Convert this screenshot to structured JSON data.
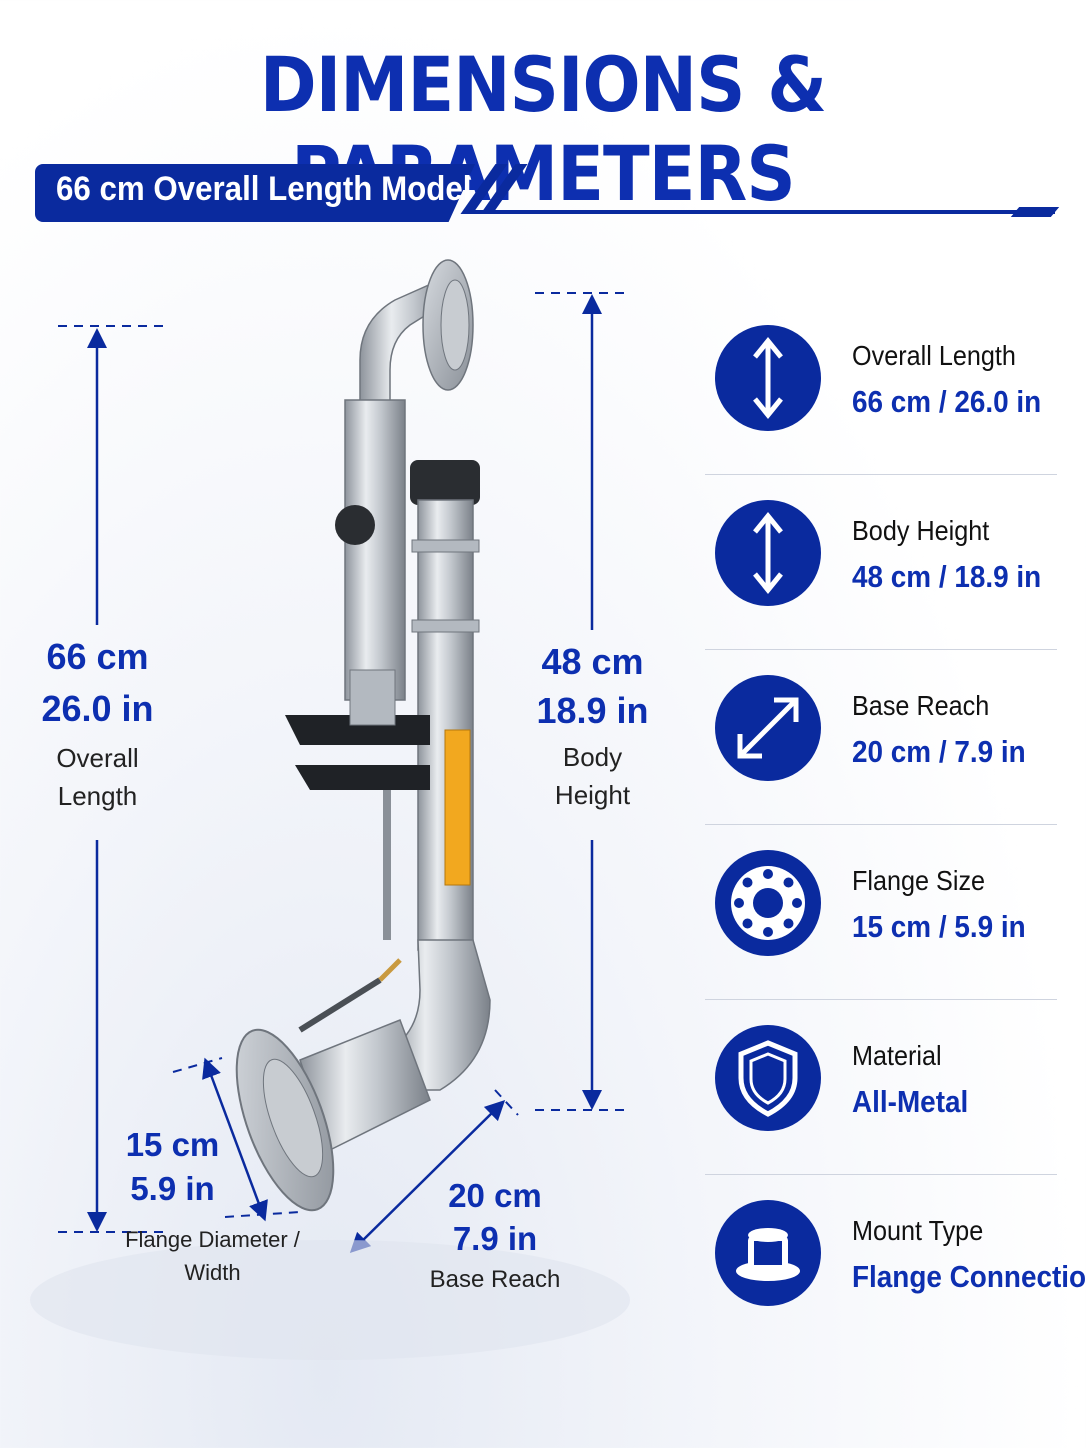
{
  "title": "DIMENSIONS & PARAMETERS",
  "subtitle": "66 cm Overall Length Model",
  "dimensions": {
    "overall": {
      "metric": "66 cm",
      "imperial": "26.0 in",
      "line1": "Overall",
      "line2": "Length"
    },
    "body": {
      "metric": "48 cm",
      "imperial": "18.9 in",
      "line1": "Body",
      "line2": "Height"
    },
    "flange": {
      "metric": "15 cm",
      "imperial": "5.9 in",
      "line1": "Flange Diameter /",
      "line2": "Width"
    },
    "reach": {
      "metric": "20 cm",
      "imperial": "7.9 in",
      "line1": "Base Reach"
    }
  },
  "specs": [
    {
      "label": "Overall Length",
      "value": "66 cm / 26.0 in",
      "icon": "vertical-arrow-icon"
    },
    {
      "label": "Body Height",
      "value": "48 cm / 18.9 in",
      "icon": "vertical-arrow-icon"
    },
    {
      "label": "Base Reach",
      "value": "20 cm / 7.9 in",
      "icon": "diagonal-arrow-icon"
    },
    {
      "label": "Flange Size",
      "value": "15 cm / 5.9 in",
      "icon": "flange-icon"
    },
    {
      "label": "Material",
      "value": "All-Metal",
      "icon": "shield-icon"
    },
    {
      "label": "Mount Type",
      "value": "Flange Connection",
      "icon": "mount-icon"
    }
  ],
  "colors": {
    "primary": "#0a2a9e",
    "accent_text": "#0d2fb0",
    "label_stripe": "#f2a81f"
  }
}
